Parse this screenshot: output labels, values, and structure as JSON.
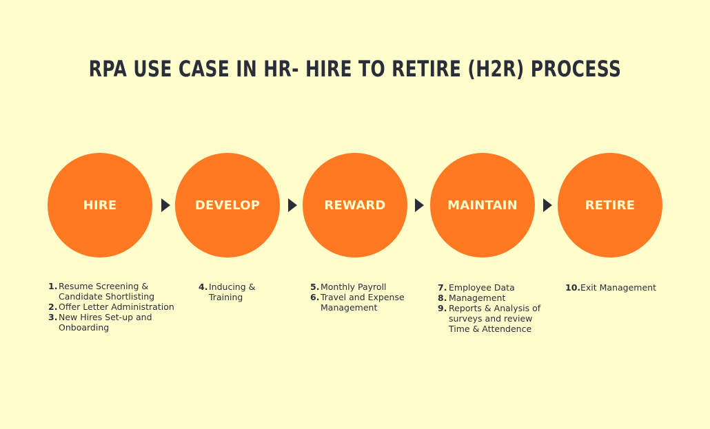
{
  "title": "RPA USE CASE IN HR- HIRE TO RETIRE (H2R) PROCESS",
  "colors": {
    "background": "#FFFDCC",
    "circle": "#FF7822",
    "text_dark": "#2A2D3A",
    "circle_text": "#FFFDCC"
  },
  "stages": [
    {
      "label": "HIRE",
      "items": [
        {
          "num": "1.",
          "text": "Resume Screening & Candidate Shortlisting"
        },
        {
          "num": "2.",
          "text": "Offer Letter Administration"
        },
        {
          "num": "3.",
          "text": "New Hires Set-up and Onboarding"
        }
      ]
    },
    {
      "label": "DEVELOP",
      "items": [
        {
          "num": "4.",
          "text": "Inducing & Training"
        }
      ]
    },
    {
      "label": "REWARD",
      "items": [
        {
          "num": "5.",
          "text": "Monthly Payroll"
        },
        {
          "num": "6.",
          "text": "Travel and Expense Management"
        }
      ]
    },
    {
      "label": "MAINTAIN",
      "items": [
        {
          "num": "7.",
          "text": "Employee Data"
        },
        {
          "num": "8.",
          "text": "Management"
        },
        {
          "num": "9.",
          "text": "Reports & Analysis of surveys and review Time & Attendence"
        }
      ]
    },
    {
      "label": "RETIRE",
      "items": [
        {
          "num": "10.",
          "text": "Exit Management"
        }
      ]
    }
  ]
}
